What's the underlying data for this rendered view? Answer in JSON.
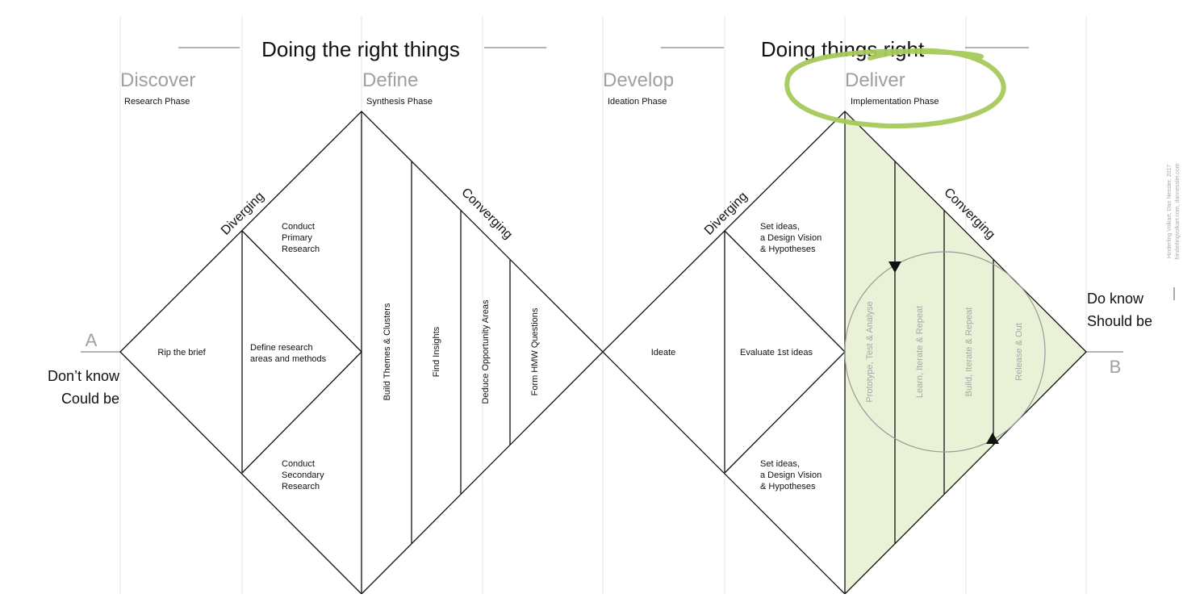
{
  "colors": {
    "grid": "#e6e6e6",
    "line": "#111111",
    "muted": "#a0a0a0",
    "green_fill": "#e9f2d6",
    "highlight_stroke": "#a5c95b"
  },
  "headers": {
    "left_title": "Doing the right things",
    "right_title": "Doing things right"
  },
  "phases": [
    {
      "name": "Discover",
      "sub": "Research Phase"
    },
    {
      "name": "Define",
      "sub": "Synthesis Phase"
    },
    {
      "name": "Develop",
      "sub": "Ideation Phase"
    },
    {
      "name": "Deliver",
      "sub": "Implementation Phase"
    }
  ],
  "endpoints": {
    "a": "A",
    "b": "B",
    "left_line1": "Don’t know",
    "left_line2": "Could be",
    "right_line1": "Do know",
    "right_line2": "Should be"
  },
  "diamond1": {
    "diverging": "Diverging",
    "converging": "Converging",
    "rip": "Rip the brief",
    "primary": [
      "Conduct",
      "Primary",
      "Research"
    ],
    "define_research": [
      "Define research",
      "areas and methods"
    ],
    "secondary": [
      "Conduct",
      "Secondary",
      "Research"
    ],
    "build": "Build Themes & Clusters",
    "insights": "Find Insights",
    "deduce": "Deduce Opportunity Areas",
    "hmw": "Form HMW Questions"
  },
  "diamond2": {
    "diverging": "Diverging",
    "converging": "Converging",
    "ideate": "Ideate",
    "set_top": [
      "Set ideas,",
      "a Design Vision",
      "& Hypotheses"
    ],
    "evaluate": "Evaluate 1st ideas",
    "set_bottom": [
      "Set ideas,",
      "a Design Vision",
      "& Hypotheses"
    ],
    "prototype": "Prototype, Test & Analyse",
    "learn": "Learn, Iterate & Repeat",
    "build": "Build, Iterate & Repeat",
    "release": "Release & Out"
  },
  "credit": {
    "line1": "Hinderling Volkart, Dan Nessler, 2017",
    "line2": "hinderlingvolkart.com, dannessler.com"
  }
}
